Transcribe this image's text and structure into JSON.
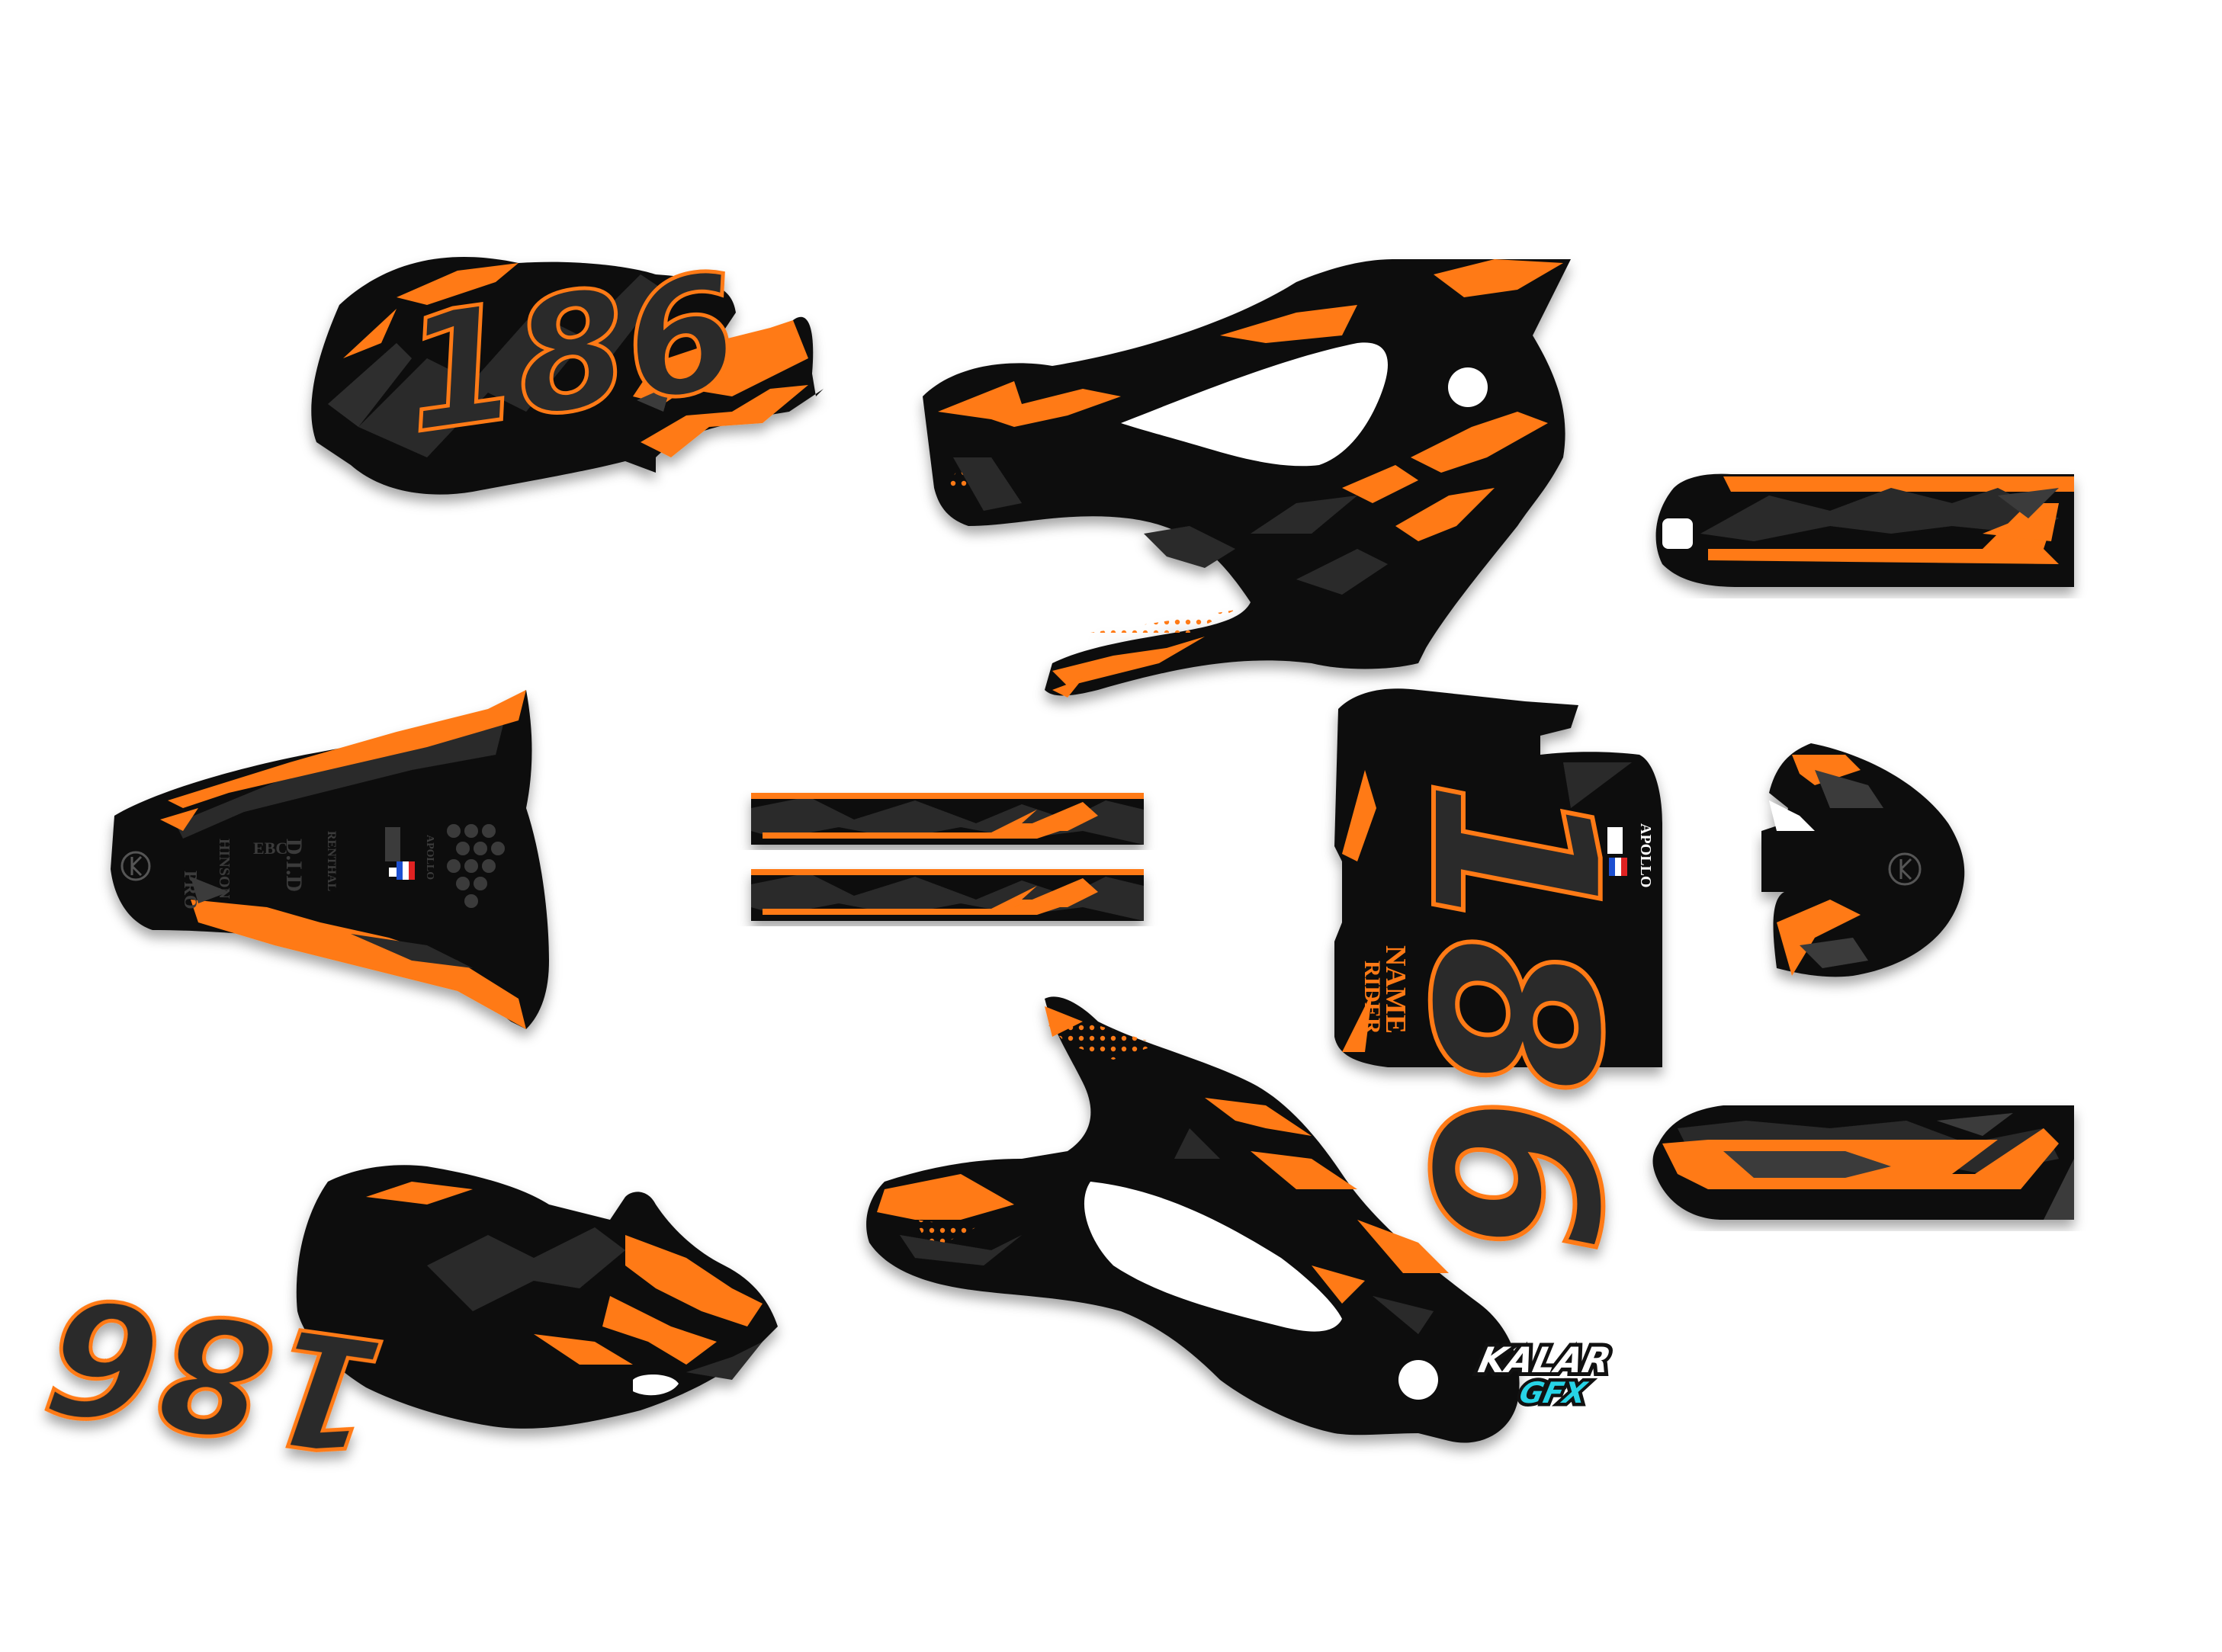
{
  "colors": {
    "background": "#ffffff",
    "base_black": "#111111",
    "dark_grey": "#2b2b2b",
    "mid_grey": "#3a3a3a",
    "accent_orange": "#ff7a12",
    "brand_cyan": "#27d3e6"
  },
  "kit": {
    "race_number": "186",
    "rider_line1": "RIDER",
    "rider_line2": "NAME",
    "sponsor_apollo": "APOLLO",
    "sponsor_did": "D.I.D",
    "sponsor_ebc": "EBC",
    "sponsor_renthal": "RENTHAL",
    "sponsor_hinson": "HINSON",
    "sponsor_pro": "PRO"
  },
  "brand": {
    "name_line1": "KALAR",
    "name_line2": "GFX"
  },
  "icons": {
    "emblem": "k-circle-emblem-icon",
    "flag": "tricolor-flag-icon",
    "apollo": "apollo-a-logo-icon"
  }
}
